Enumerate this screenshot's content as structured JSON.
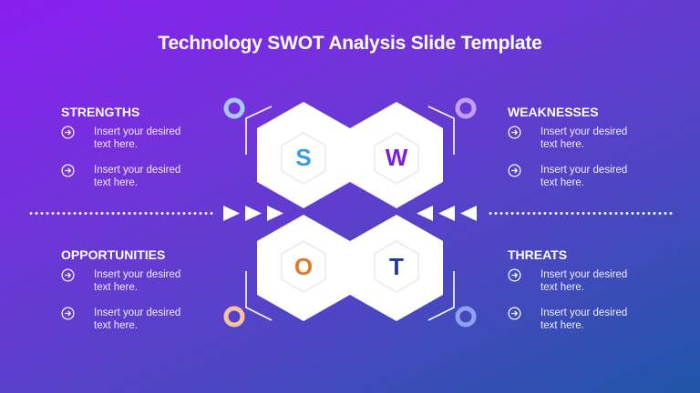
{
  "title": "Technology SWOT Analysis Slide Template",
  "colors": {
    "s": "#3a9be6",
    "w": "#7a1fd8",
    "o": "#e07a2c",
    "t": "#1b3a9e",
    "ring_s": "#a9c8ff",
    "ring_w": "#c79cf5",
    "ring_o": "#f5c3a0",
    "ring_t": "#8fa2f0"
  },
  "letters": {
    "s": "S",
    "w": "W",
    "o": "O",
    "t": "T"
  },
  "sections": {
    "strengths": {
      "heading": "STRENGTHS",
      "items": [
        {
          "icon": "arrow-circle-right-icon",
          "text": "Insert your desired text here."
        },
        {
          "icon": "arrow-circle-right-icon",
          "text": "Insert your desired text here."
        }
      ]
    },
    "weaknesses": {
      "heading": "WEAKNESSES",
      "items": [
        {
          "icon": "arrow-circle-right-icon",
          "text": "Insert your desired text here."
        },
        {
          "icon": "arrow-circle-right-icon",
          "text": "Insert your desired text here."
        }
      ]
    },
    "opportunities": {
      "heading": "OPPORTUNITIES",
      "items": [
        {
          "icon": "arrow-circle-right-icon",
          "text": "Insert your desired text here."
        },
        {
          "icon": "arrow-circle-right-icon",
          "text": "Insert your desired text here."
        }
      ]
    },
    "threats": {
      "heading": "THREATS",
      "items": [
        {
          "icon": "arrow-circle-right-icon",
          "text": "Insert your desired text here."
        },
        {
          "icon": "arrow-circle-right-icon",
          "text": "Insert your desired text here."
        }
      ]
    }
  }
}
